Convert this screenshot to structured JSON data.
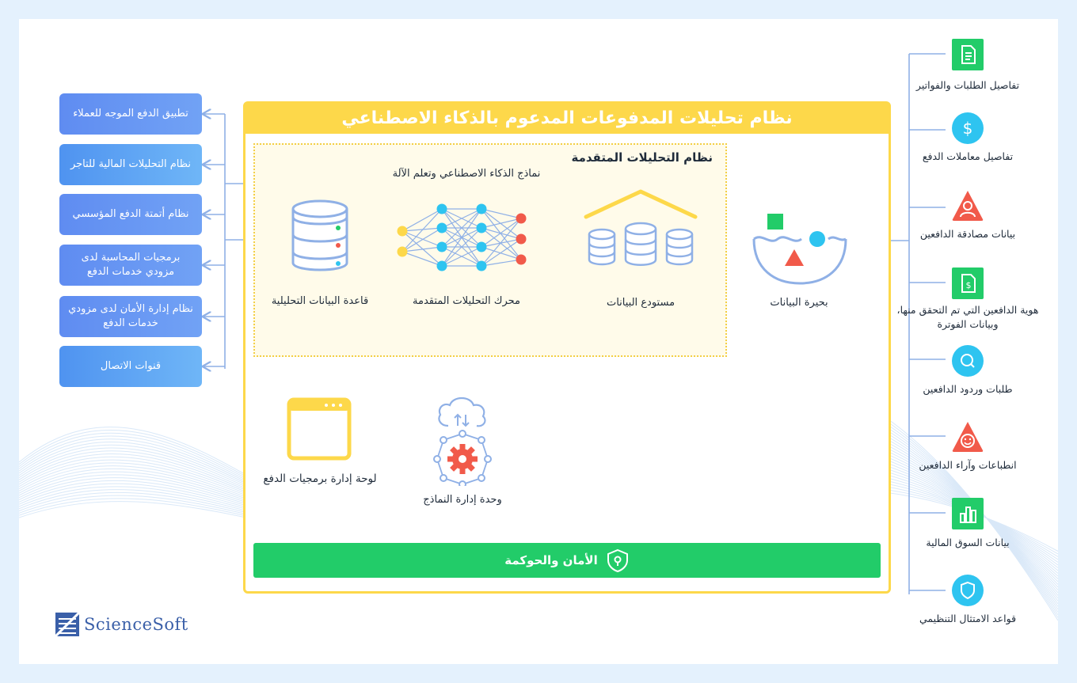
{
  "title": "نظام تحليلات المدفوعات المدعوم بالذكاء الاصطناعي",
  "advanced_system_title": "نظام التحليلات المتقدمة",
  "left_outputs": [
    "تطبيق الدفع الموجه للعملاء",
    "نظام التحليلات المالية للتاجر",
    "نظام أتمتة الدفع المؤسسي",
    "برمجيات المحاسبة لدى مزودي خدمات الدفع",
    "نظام إدارة الأمان لدى مزودي خدمات الدفع",
    "قنوات الاتصال"
  ],
  "components": {
    "analytics_db": "قاعدة البيانات التحليلية",
    "analytics_engine": "محرك التحليلات المتقدمة",
    "ai_ml_models": "نماذج الذكاء الاصطناعي وتعلم الآلة",
    "data_warehouse": "مستودع البيانات",
    "data_lake": "بحيرة البيانات",
    "dashboard": "لوحة إدارة برمجيات الدفع",
    "model_management": "وحدة إدارة النماذج"
  },
  "security_bar": "الأمان والحوكمة",
  "right_sources": [
    {
      "label": "تفاصيل الطلبات والفواتير",
      "icon": "document-icon",
      "color": "#22cc69"
    },
    {
      "label": "تفاصيل معاملات الدفع",
      "icon": "dollar-icon",
      "color": "#2ec4f0"
    },
    {
      "label": "بيانات مصادقة الدافعين",
      "icon": "user-icon",
      "color": "#f15a4a"
    },
    {
      "label": "هوية الدافعين التي تم التحقق منها، وبيانات الفوترة",
      "icon": "invoice-icon",
      "color": "#22cc69"
    },
    {
      "label": "طلبات وردود الدافعين",
      "icon": "chat-icon",
      "color": "#2ec4f0"
    },
    {
      "label": "انطباعات وآراء الدافعين",
      "icon": "smile-icon",
      "color": "#f15a4a"
    },
    {
      "label": "بيانات السوق المالية",
      "icon": "bar-chart-icon",
      "color": "#22cc69"
    },
    {
      "label": "قواعد الامتثال التنظيمي",
      "icon": "shield-icon",
      "color": "#2ec4f0"
    }
  ],
  "logo": "ScienceSoft",
  "colors": {
    "yellow": "#fdd84a",
    "green": "#22cc69",
    "blue": "#2ec4f0",
    "red": "#f15a4a",
    "line": "#8fb0e6",
    "box_blue": "#5f8cf1"
  }
}
